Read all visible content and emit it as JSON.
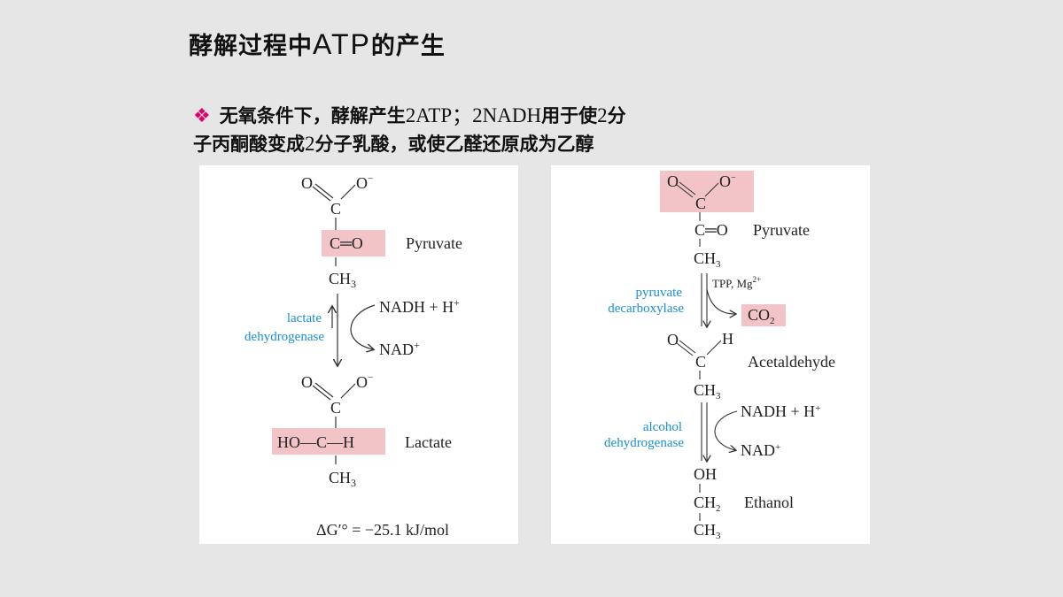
{
  "title": {
    "prefix": "酵解过程中",
    "atp": "ATP",
    "suffix": "的产生"
  },
  "bullet": {
    "line1_a": "无氧条件下，酵解产生",
    "line1_b": "2ATP；2NADH",
    "line1_c": "用于使",
    "line1_d": "2",
    "line1_e": "分",
    "line2_a": "子丙酮酸变成",
    "line2_b": "2",
    "line2_c": "分子乳酸，或使乙醛还原成为乙醇"
  },
  "left_panel": {
    "pyruvate": "Pyruvate",
    "lactate": "Lactate",
    "enzyme_1": "lactate",
    "enzyme_2": "dehydrogenase",
    "nadh": "NADH + H",
    "nadh_sup": "+",
    "nad": "NAD",
    "nad_sup": "+",
    "delta_g": "ΔG′° = −25.1 kJ/mol"
  },
  "right_panel": {
    "pyruvate": "Pyruvate",
    "acetaldehyde": "Acetaldehyde",
    "ethanol": "Ethanol",
    "enzyme1_1": "pyruvate",
    "enzyme1_2": "decarboxylase",
    "cofactors": "TPP, Mg",
    "cofactors_sup": "2+",
    "co2": "CO",
    "co2_sub": "2",
    "enzyme2_1": "alcohol",
    "enzyme2_2": "dehydrogenase",
    "nadh": "NADH + H",
    "nadh_sup": "+",
    "nad": "NAD",
    "nad_sup": "+"
  },
  "colors": {
    "highlight": "#f2c4c8",
    "enzyme": "#1a8fd6",
    "bullet": "#e2006b"
  }
}
